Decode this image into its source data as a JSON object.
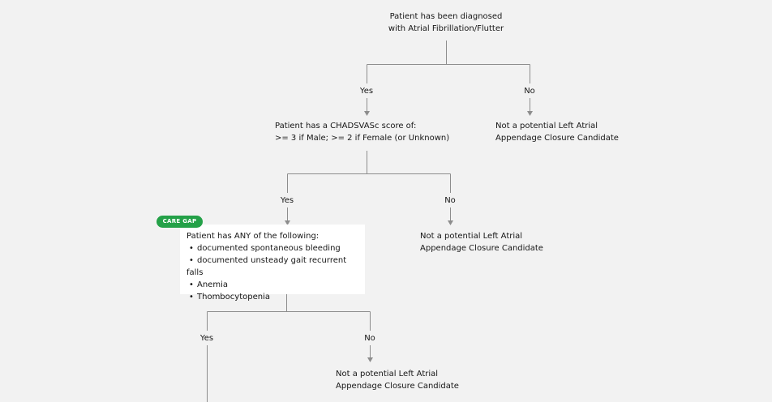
{
  "nodes": {
    "root": [
      "Patient has been diagnosed",
      "with Atrial Fibrillation/Flutter"
    ],
    "chadsvasc": [
      "Patient has a CHADSVASc score of:",
      ">= 3 if Male; >= 2 if Female (or Unknown)"
    ],
    "not_candidate_1": [
      "Not a potential Left Atrial",
      "Appendage Closure Candidate"
    ],
    "not_candidate_2": [
      "Not a potential Left Atrial",
      "Appendage Closure Candidate"
    ],
    "not_candidate_3": [
      "Not a potential Left Atrial",
      "Appendage Closure Candidate"
    ],
    "risk_box": {
      "badge": "CARE GAP",
      "title": "Patient has ANY of the following:",
      "bullet": "•",
      "items": [
        "documented spontaneous bleeding",
        "documented unsteady gait recurrent falls",
        "Anemia",
        "Thombocytopenia"
      ]
    }
  },
  "branches": {
    "yes_1": "Yes",
    "no_1": "No",
    "yes_2": "Yes",
    "no_2": "No",
    "yes_3": "Yes",
    "no_3": "No"
  },
  "colors": {
    "connector": "#8d8d8d",
    "background": "#f2f2f2",
    "badge": "#24a148",
    "box": "#ffffff"
  }
}
